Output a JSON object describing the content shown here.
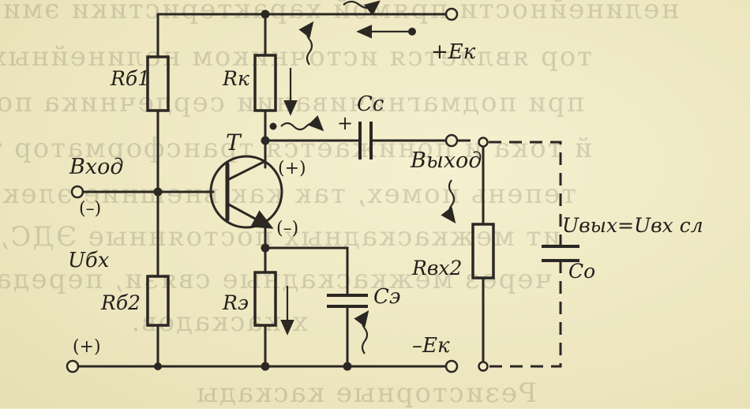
{
  "labels": {
    "rb1": "Rб1",
    "rk": "Rк",
    "cc": "Cс",
    "t": "T",
    "plus_ek": "+Eк",
    "vkhod": "Вход",
    "vkhod_minus": "(–)",
    "plus_c": "+",
    "vykhod": "Выход",
    "base_plus": "(+)",
    "emitter_minus": "(–)",
    "ubx": "Uбх",
    "rb2": "Rб2",
    "re": "Rэ",
    "ce": "Cэ",
    "rbx2": "Rвх2",
    "uvyx": "Uвых=Uвх сл",
    "co": "Cо",
    "bottom_plus": "(+)",
    "minus_ek": "–Eк"
  },
  "background_text": {
    "line1": "нелинейности прямой характеристики эмиттерного перехода",
    "line2": "тор является источником нелинейных",
    "line3": "при подмагничивании сердечника по",
    "line4": "й тока и понижается трансформатор т",
    "line5": "тепень помех, так как внешние электр",
    "line6": "ит межкаскадных постоянные ЭДС,",
    "line7": "через межкаскадные связи, передаем",
    "line8": "х каскадов.",
    "line9": "Резисторные каскады"
  },
  "colors": {
    "paper": "#f1ecc6",
    "ink": "#2b2723"
  }
}
